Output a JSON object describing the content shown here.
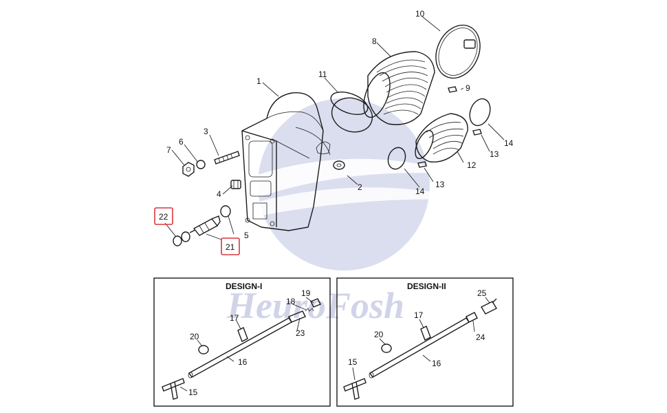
{
  "watermark": {
    "text": "HeuroFosh",
    "color": "#c9cde6"
  },
  "callouts": {
    "c1": "1",
    "c2": "2",
    "c3": "3",
    "c4": "4",
    "c5": "5",
    "c6": "6",
    "c7": "7",
    "c8": "8",
    "c9": "9",
    "c10": "10",
    "c11": "11",
    "c12": "12",
    "c13a": "13",
    "c13b": "13",
    "c14a": "14",
    "c14b": "14",
    "c21": "21",
    "c22": "22"
  },
  "design1": {
    "title": "DESIGN-I",
    "labels": {
      "c15": "15",
      "c16": "16",
      "c17": "17",
      "c18": "18",
      "c19": "19",
      "c20": "20",
      "c23": "23"
    }
  },
  "design2": {
    "title": "DESIGN-II",
    "labels": {
      "c15": "15",
      "c16": "16",
      "c17": "17",
      "c20": "20",
      "c24": "24",
      "c25": "25"
    }
  },
  "highlight_color": "#d9363e"
}
